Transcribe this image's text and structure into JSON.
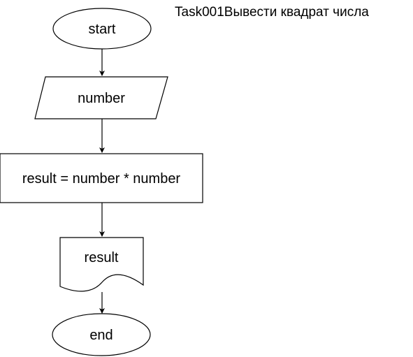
{
  "diagram": {
    "title": "Task001Вывести квадрат числа",
    "nodes": [
      {
        "id": "start",
        "kind": "terminator",
        "label": "start"
      },
      {
        "id": "input",
        "kind": "input-output",
        "label": "number"
      },
      {
        "id": "process",
        "kind": "process",
        "label": "result = number * number"
      },
      {
        "id": "output",
        "kind": "document",
        "label": "result"
      },
      {
        "id": "end",
        "kind": "terminator",
        "label": "end"
      }
    ],
    "edges": [
      {
        "from": "start",
        "to": "input"
      },
      {
        "from": "input",
        "to": "process"
      },
      {
        "from": "process",
        "to": "output"
      },
      {
        "from": "output",
        "to": "end"
      }
    ]
  }
}
